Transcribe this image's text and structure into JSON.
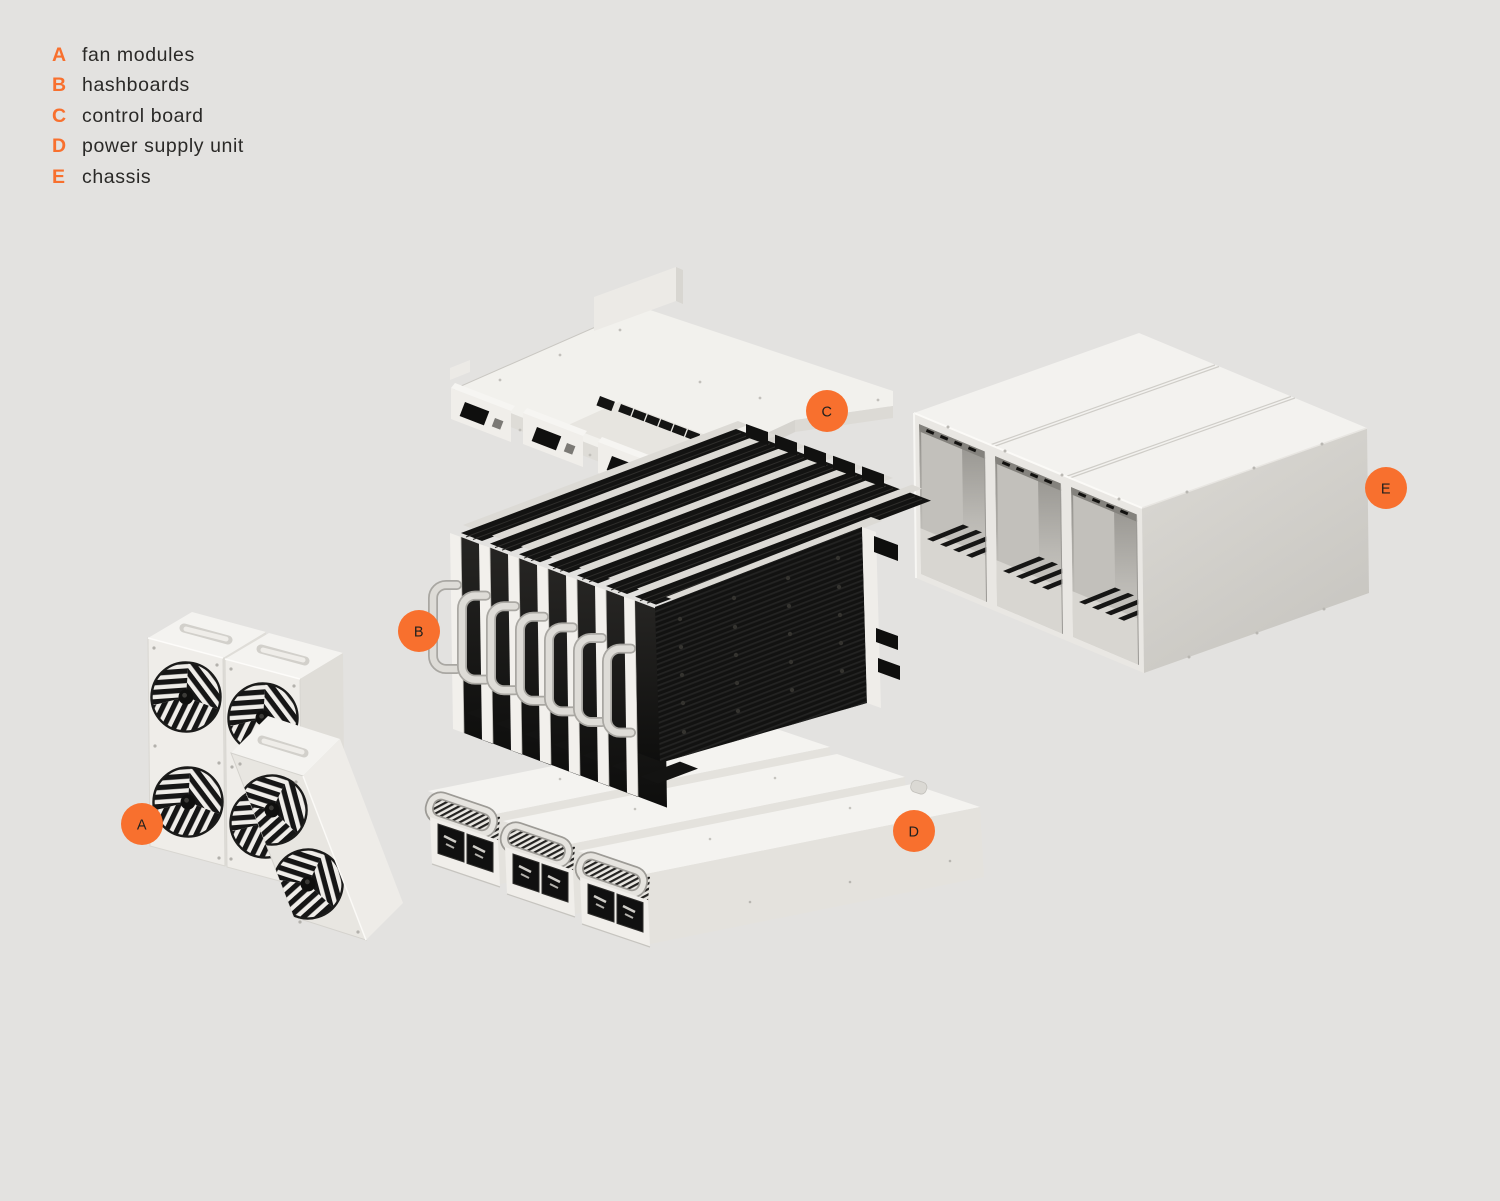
{
  "legend": {
    "items": [
      {
        "letter": "A",
        "label": "fan modules"
      },
      {
        "letter": "B",
        "label": "hashboards"
      },
      {
        "letter": "C",
        "label": "control board"
      },
      {
        "letter": "D",
        "label": "power supply unit"
      },
      {
        "letter": "E",
        "label": "chassis"
      }
    ]
  },
  "markers": [
    {
      "letter": "A"
    },
    {
      "letter": "B"
    },
    {
      "letter": "C"
    },
    {
      "letter": "D"
    },
    {
      "letter": "E"
    }
  ],
  "colors": {
    "background": "#e3e2e0",
    "accent": "#f8702e",
    "marker_letter": "#21201e",
    "legend_label": "#2a2927",
    "device_white": "#f2f1ed",
    "device_shadow": "#dedcd7",
    "component_black": "#141413"
  }
}
